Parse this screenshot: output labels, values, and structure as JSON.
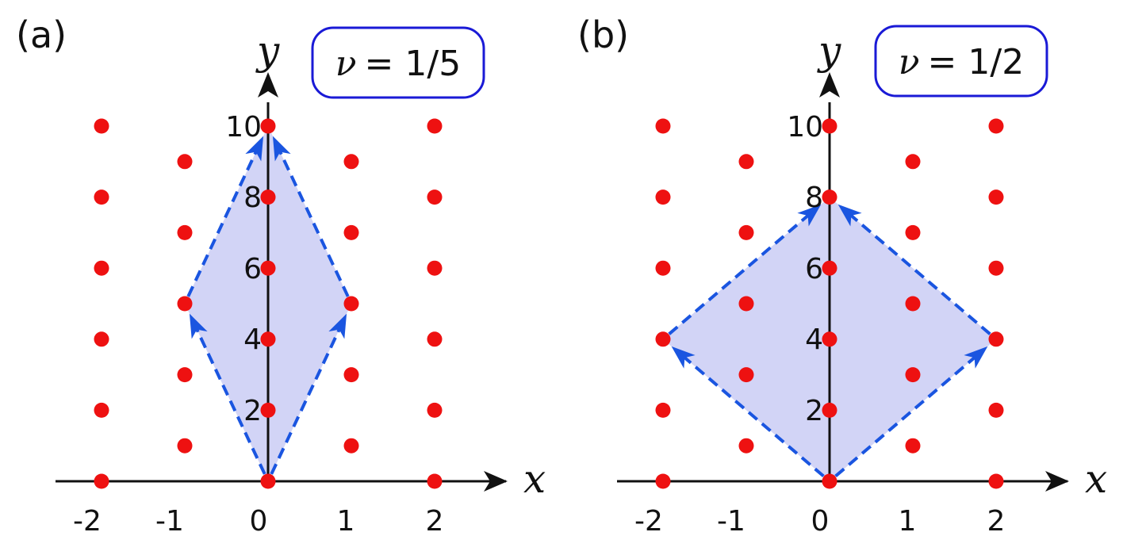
{
  "style": {
    "lattice_color": "#ee1111",
    "region_fill": "#d2d4f6",
    "dash_color": "#1a55e0",
    "box_border": "#1a1ad6",
    "axis_color": "#111111"
  },
  "panels": [
    {
      "id": "a",
      "label": "(a)",
      "nu_symbol": "ν",
      "nu_value": "= 1/5",
      "x_label": "x",
      "y_label": "y",
      "x_ticks": [
        "-2",
        "-1",
        "0",
        "1",
        "2"
      ],
      "y_ticks": [
        "2",
        "4",
        "6",
        "8",
        "10"
      ],
      "region": [
        [
          0,
          0
        ],
        [
          1,
          5
        ],
        [
          0,
          10
        ],
        [
          -1,
          5
        ]
      ],
      "arrows": [
        {
          "from": [
            0,
            0
          ],
          "to": [
            -1,
            5
          ]
        },
        {
          "from": [
            0,
            0
          ],
          "to": [
            1,
            5
          ]
        },
        {
          "from": [
            -1,
            5
          ],
          "to": [
            0,
            10
          ]
        },
        {
          "from": [
            1,
            5
          ],
          "to": [
            0,
            10
          ]
        }
      ]
    },
    {
      "id": "b",
      "label": "(b)",
      "nu_symbol": "ν",
      "nu_value": "= 1/2",
      "x_label": "x",
      "y_label": "y",
      "x_ticks": [
        "-2",
        "-1",
        "0",
        "1",
        "2"
      ],
      "y_ticks": [
        "2",
        "4",
        "6",
        "8",
        "10"
      ],
      "region": [
        [
          0,
          0
        ],
        [
          2,
          4
        ],
        [
          0,
          8
        ],
        [
          -2,
          4
        ]
      ],
      "arrows": [
        {
          "from": [
            0,
            0
          ],
          "to": [
            -2,
            4
          ]
        },
        {
          "from": [
            0,
            0
          ],
          "to": [
            2,
            4
          ]
        },
        {
          "from": [
            -2,
            4
          ],
          "to": [
            0,
            8
          ]
        },
        {
          "from": [
            2,
            4
          ],
          "to": [
            0,
            8
          ]
        }
      ]
    }
  ],
  "lattice": {
    "even_columns_x": [
      -2,
      0,
      2
    ],
    "even_rows_y": [
      0,
      2,
      4,
      6,
      8,
      10
    ],
    "odd_columns_x": [
      -1,
      1
    ],
    "odd_rows_y": [
      1,
      3,
      5,
      7,
      9
    ]
  }
}
